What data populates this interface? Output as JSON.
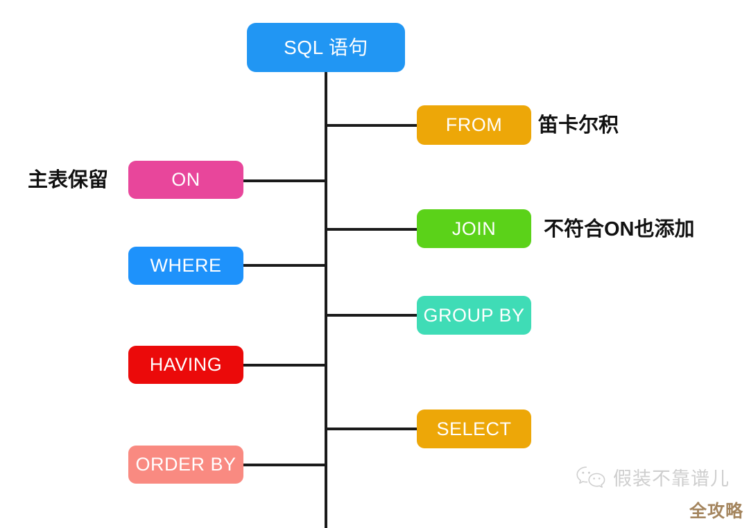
{
  "diagram": {
    "title": "SQL 语句",
    "root": {
      "label": "SQL 语句",
      "color": "#2196f3"
    },
    "spine_color": "#1a1a1a",
    "nodes": [
      {
        "label": "FROM",
        "color": "#eda708",
        "side": "right",
        "annotation": "笛卡尔积"
      },
      {
        "label": "ON",
        "color": "#e8469b",
        "side": "left",
        "annotation": "主表保留"
      },
      {
        "label": "JOIN",
        "color": "#5bd219",
        "side": "right",
        "annotation": "不符合ON也添加"
      },
      {
        "label": "WHERE",
        "color": "#1e92fb",
        "side": "left",
        "annotation": ""
      },
      {
        "label": "GROUP BY",
        "color": "#3fdcb6",
        "side": "right",
        "annotation": ""
      },
      {
        "label": "HAVING",
        "color": "#eb0a0a",
        "side": "left",
        "annotation": ""
      },
      {
        "label": "SELECT",
        "color": "#eda708",
        "side": "right",
        "annotation": ""
      },
      {
        "label": "ORDER BY",
        "color": "#f98a81",
        "side": "left",
        "annotation": ""
      }
    ]
  },
  "watermark": {
    "icon": "wechat-icon",
    "account": "假装不靠谱儿",
    "tag": "全攻略",
    "tag_color": "#a4855e"
  }
}
